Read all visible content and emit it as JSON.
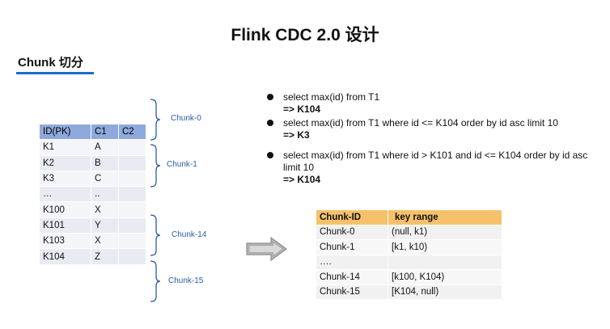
{
  "title": "Flink CDC 2.0 设计",
  "section_title": "Chunk 切分",
  "data_table": {
    "headers": [
      "ID(PK)",
      "C1",
      "C2"
    ],
    "rows": [
      [
        "K1",
        "A",
        ""
      ],
      [
        "K2",
        "B",
        ""
      ],
      [
        "K3",
        "C",
        ""
      ],
      [
        "…",
        "..",
        ""
      ],
      [
        "K100",
        "X",
        ""
      ],
      [
        "K101",
        "Y",
        ""
      ],
      [
        "K103",
        "X",
        ""
      ],
      [
        "K104",
        "Z",
        ""
      ]
    ]
  },
  "chunk_labels": [
    "Chunk-0",
    "Chunk-1",
    "Chunk-14",
    "Chunk-15"
  ],
  "queries": [
    {
      "sql": "select max(id) from T1",
      "result": "=>  K104"
    },
    {
      "sql": "select max(id) from T1 where id <= K104 order by id asc limit 10",
      "result": "=> K3"
    },
    {
      "sql": "select max(id) from T1 where id > K101 and id <= K104 order by id asc limit 10",
      "result": "=> K104"
    }
  ],
  "chunk_table": {
    "headers": [
      "Chunk-ID",
      "key range"
    ],
    "rows": [
      [
        "Chunk-0",
        "(null, k1)"
      ],
      [
        "Chunk-1",
        "[k1, k10)"
      ],
      [
        "….",
        ""
      ],
      [
        "Chunk-14",
        "[k100, K104)"
      ],
      [
        "Chunk-15",
        "[K104, null)"
      ]
    ]
  },
  "colors": {
    "accent": "#1f6bd1",
    "table_header": "#8ea9db",
    "chunk_header": "#f5c26b",
    "brace": "#2a5caa"
  },
  "icons": [
    "right-arrow-icon",
    "bullet-icon",
    "curly-brace-icon"
  ]
}
